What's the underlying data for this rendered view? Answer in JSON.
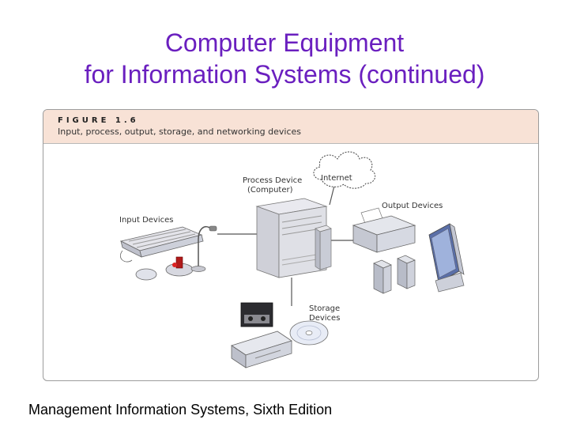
{
  "slide": {
    "title_line1": "Computer Equipment",
    "title_line2": "for Information Systems (continued)",
    "footer": "Management Information Systems, Sixth Edition"
  },
  "figure": {
    "label": "FIGURE 1.6",
    "caption": "Input, process, output, storage, and networking devices",
    "labels": {
      "internet": "Internet",
      "process_line1": "Process Device",
      "process_line2": "(Computer)",
      "input": "Input Devices",
      "output": "Output Devices",
      "storage_line1": "Storage",
      "storage_line2": "Devices"
    }
  }
}
